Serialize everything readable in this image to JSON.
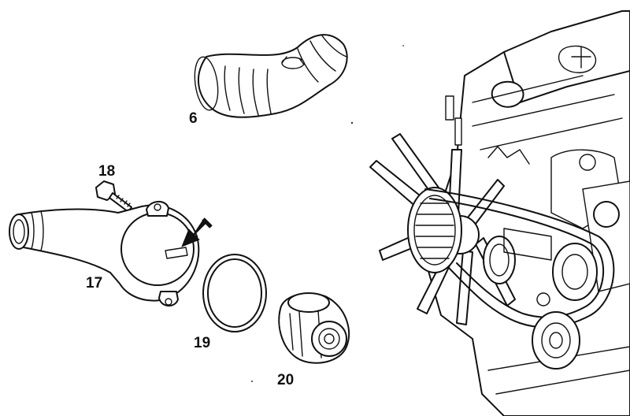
{
  "callouts": {
    "hose": "6",
    "bolt": "18",
    "housing": "17",
    "seal_ring": "19",
    "thermostat": "20"
  }
}
